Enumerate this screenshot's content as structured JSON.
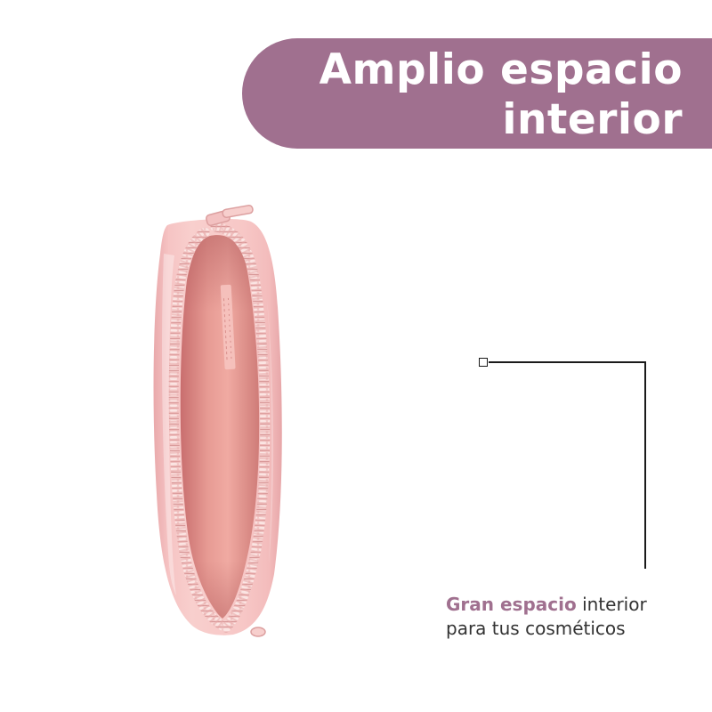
{
  "banner": {
    "title_line1": "Amplio espacio",
    "title_line2": "interior",
    "color": "#a0708f"
  },
  "product": {
    "image": "pink-pencil-case-open-zipper"
  },
  "callout": {
    "highlight": "Gran espacio",
    "rest_line1": " interior",
    "line2": "para tus cosméticos",
    "highlight_color": "#a0708f",
    "marker": "square-marker-icon"
  }
}
